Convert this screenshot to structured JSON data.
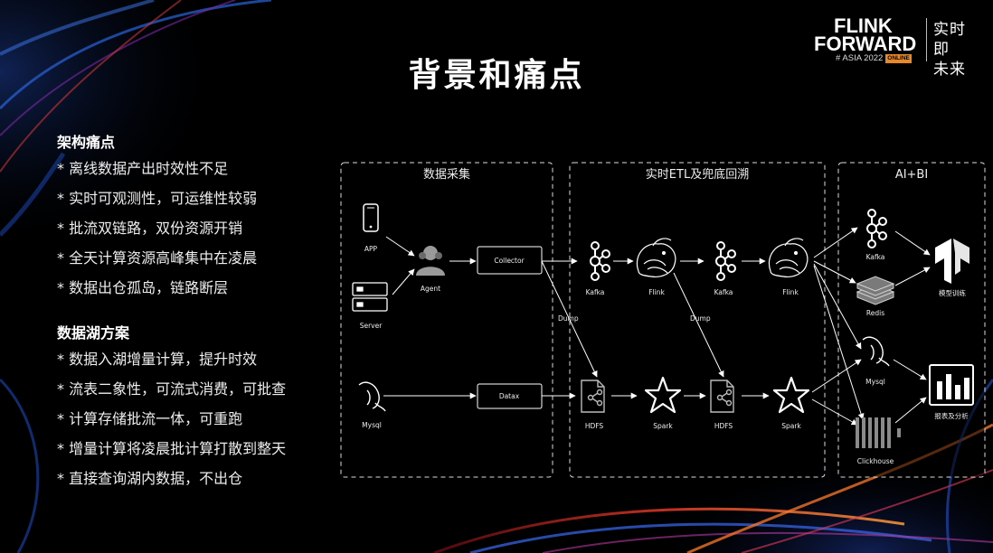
{
  "logo": {
    "line1": "FLINK",
    "line2": "FORWARD",
    "line3": "# ASIA 2022",
    "badge": "ONLINE",
    "cn1": "实时即",
    "cn2": "未来"
  },
  "title": "背景和痛点",
  "pain_points": {
    "heading": "架构痛点",
    "items": [
      "* 离线数据产出时效性不足",
      "* 实时可观测性，可运维性较弱",
      "* 批流双链路，双份资源开销",
      "* 全天计算资源高峰集中在凌晨",
      "* 数据出仓孤岛，链路断层"
    ]
  },
  "lake_solution": {
    "heading": "数据湖方案",
    "items": [
      "* 数据入湖增量计算，提升时效",
      "* 流表二象性，可流式消费，可批查",
      "* 计算存储批流一体，可重跑",
      "* 增量计算将凌晨批计算打散到整天",
      "* 直接查询湖内数据，不出仓"
    ]
  },
  "diagram": {
    "groups": {
      "collect": "数据采集",
      "etl": "实时ETL及兜底回溯",
      "aibi": "AI+BI"
    },
    "nodes": {
      "app": "APP",
      "server": "Server",
      "agent": "Agent",
      "collector": "Collector",
      "mysql_src": "Mysql",
      "datax": "Datax",
      "kafka1": "Kafka",
      "flink1": "Flink",
      "kafka2": "Kafka",
      "flink2": "Flink",
      "hdfs1": "HDFS",
      "spark1": "Spark",
      "hdfs2": "HDFS",
      "spark2": "Spark",
      "kafka3": "Kafka",
      "redis": "Redis",
      "mysql_out": "Mysql",
      "clickhouse": "Clickhouse",
      "model": "模型训练",
      "report": "报表及分析"
    },
    "edge_labels": {
      "dump1": "Dump",
      "dump2": "Dump"
    }
  }
}
